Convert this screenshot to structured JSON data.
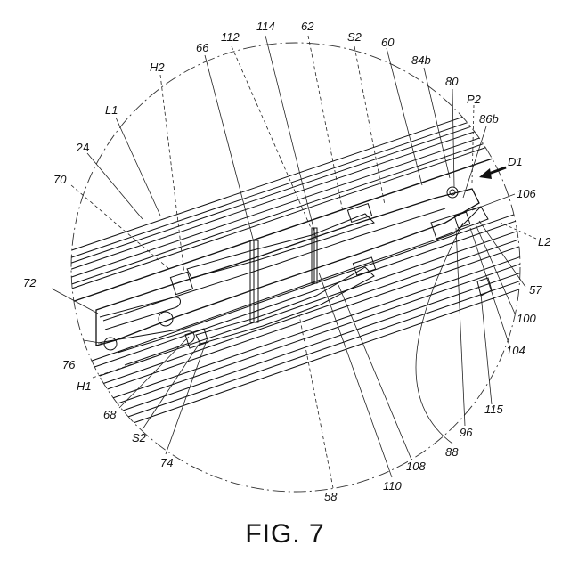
{
  "caption": "FIG. 7",
  "labels": {
    "l_24": "24",
    "l_L1": "L1",
    "l_H2": "H2",
    "l_66": "66",
    "l_112": "112",
    "l_114": "114",
    "l_62": "62",
    "l_S2_top": "S2",
    "l_60": "60",
    "l_84b": "84b",
    "l_80": "80",
    "l_P2": "P2",
    "l_86b": "86b",
    "l_D1": "D1",
    "l_106": "106",
    "l_L2": "L2",
    "l_57": "57",
    "l_100": "100",
    "l_104": "104",
    "l_115": "115",
    "l_96": "96",
    "l_88": "88",
    "l_108": "108",
    "l_110": "110",
    "l_58": "58",
    "l_74": "74",
    "l_S2_bottom": "S2",
    "l_68": "68",
    "l_H1": "H1",
    "l_76": "76",
    "l_72": "72",
    "l_70": "70"
  },
  "colors": {
    "ink": "#111111",
    "paper": "#ffffff"
  }
}
